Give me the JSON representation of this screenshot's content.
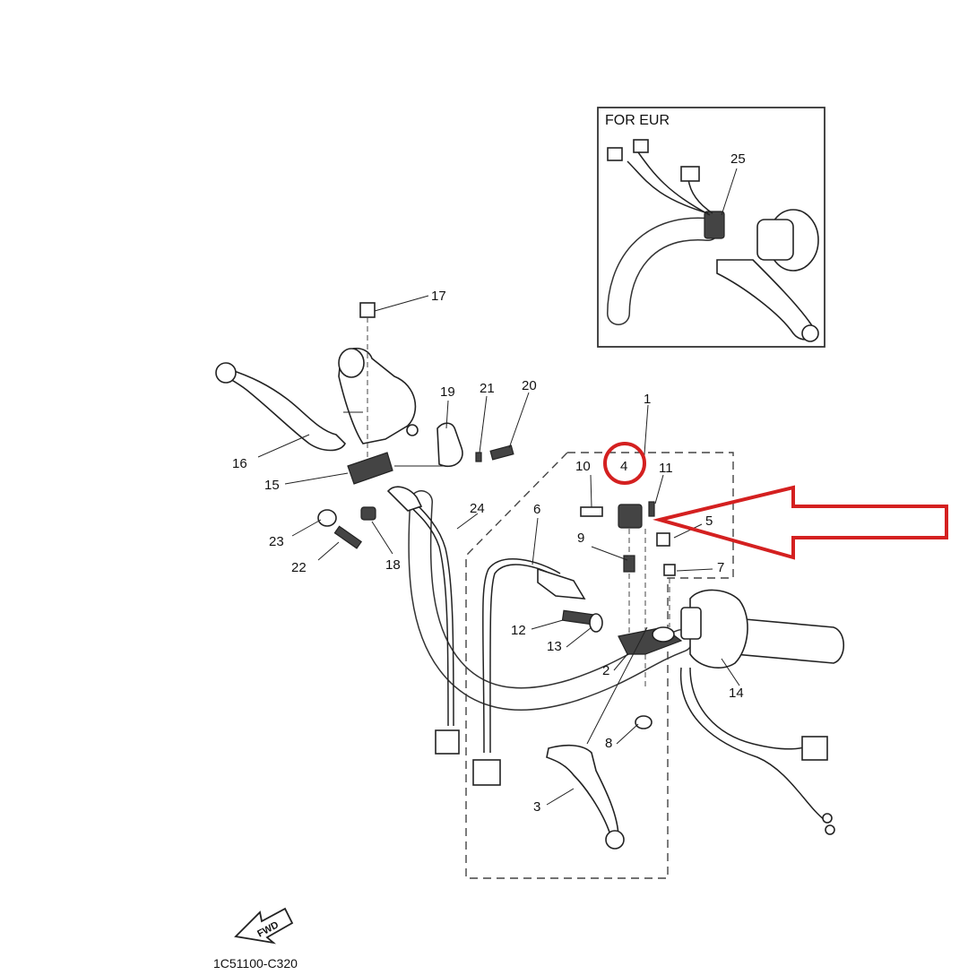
{
  "diagram": {
    "inset_title": "FOR EUR",
    "catalog_code": "1C51100-C320",
    "fwd_label": "FWD",
    "parts": {
      "p1": "1",
      "p2": "2",
      "p3": "3",
      "p4": "4",
      "p5": "5",
      "p6": "6",
      "p7": "7",
      "p8": "8",
      "p9": "9",
      "p10": "10",
      "p11": "11",
      "p12": "12",
      "p13": "13",
      "p14": "14",
      "p15": "15",
      "p16": "16",
      "p17": "17",
      "p18": "18",
      "p19": "19",
      "p20": "20",
      "p21": "21",
      "p22": "22",
      "p23": "23",
      "p24": "24",
      "p25": "25"
    },
    "highlight": {
      "part": "4",
      "color": "#d42020"
    }
  }
}
